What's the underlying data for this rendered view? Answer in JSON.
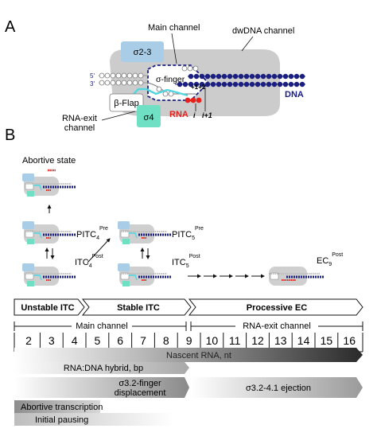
{
  "panel_a": {
    "letter": "A",
    "labels": {
      "main_channel": "Main channel",
      "dwdna_channel": "dwDNA channel",
      "sigma23": "σ2-3",
      "sigma_finger": "σ-finger",
      "b_flap": "β-Flap",
      "sigma4": "σ4",
      "rna_exit_line1": "RNA-exit",
      "rna_exit_line2": "channel",
      "rna": "RNA",
      "dna": "DNA",
      "pos_12": "+1+2",
      "pos_i": "i",
      "pos_i1": "i+1",
      "five_prime": "5'",
      "three_prime": "3'"
    }
  },
  "panel_b": {
    "letter": "B",
    "abortive_state": "Abortive state",
    "pitc4_base": "PITC",
    "pitc4_sub": "4",
    "pitc4_sup": "Pre",
    "pitc5_base": "PITC",
    "pitc5_sub": "5",
    "pitc5_sup": "Pre",
    "itc4_base": "ITC",
    "itc4_sub": "4",
    "itc4_sup": "Post",
    "itc5_base": "ITC",
    "itc5_sub": "5",
    "itc5_sup": "Post",
    "ec9_base": "EC",
    "ec9_sub": "9",
    "ec9_sup": "Post"
  },
  "timeline": {
    "phases": [
      "Unstable ITC",
      "Stable ITC",
      "Processive EC"
    ],
    "main_channel": "Main channel",
    "rna_exit_channel": "RNA-exit channel",
    "numbers": [
      "2",
      "3",
      "4",
      "5",
      "6",
      "7",
      "8",
      "9",
      "10",
      "11",
      "12",
      "13",
      "14",
      "15",
      "16"
    ],
    "bars": {
      "nascent": "Nascent RNA, nt",
      "hybrid": "RNA:DNA hybrid, bp",
      "displacement_line1": "σ3.2-finger",
      "displacement_line2": "displacement",
      "ejection": "σ3.2-4.1 ejection",
      "abortive": "Abortive transcription",
      "pausing": "Initial pausing"
    }
  },
  "colors": {
    "dna_navy": "#1a1f80",
    "sigma_light_blue": "#a9cde6",
    "sigma4_teal": "#6fe0c4",
    "cyan_finger": "#52d6e0",
    "rna_red": "#e8201a",
    "polymerase_gray": "#c9c9c9"
  }
}
